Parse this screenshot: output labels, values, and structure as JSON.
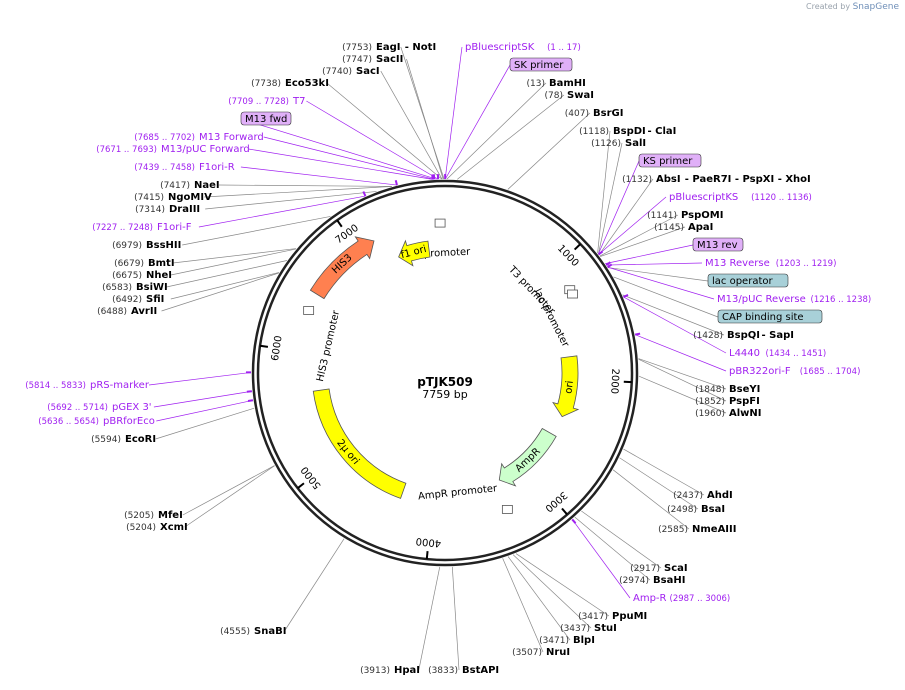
{
  "brand": {
    "prefix": "Created by",
    "name": "SnapGene"
  },
  "map": {
    "name": "pTJK509",
    "length_text": "7759 bp",
    "total_bp": 7759
  },
  "ticks": [
    {
      "bp": 1000,
      "label": "1000"
    },
    {
      "bp": 2000,
      "label": "2000"
    },
    {
      "bp": 3000,
      "label": "3000"
    },
    {
      "bp": 4000,
      "label": "4000"
    },
    {
      "bp": 5000,
      "label": "5000"
    },
    {
      "bp": 6000,
      "label": "6000"
    },
    {
      "bp": 7000,
      "label": "7000"
    }
  ],
  "features": [
    {
      "name": "T7 promoter",
      "start": 7709,
      "end": 7728,
      "color": "#ffffff",
      "strand": -1,
      "type": "promoter",
      "label_bp": 7700
    },
    {
      "name": "f1 ori",
      "start": 7290,
      "end": 7600,
      "color": "#ffff00",
      "strand": -1,
      "type": "arrow"
    },
    {
      "name": "T3 promoter",
      "start": 1203,
      "end": 1222,
      "color": "#ffffff",
      "strand": 1,
      "type": "promoter",
      "label_bp": 1000
    },
    {
      "name": "lac promoter",
      "start": 1240,
      "end": 1270,
      "color": "#ffffff",
      "strand": 1,
      "type": "promoter",
      "label_bp": 1350
    },
    {
      "name": "ori",
      "start": 1780,
      "end": 2380,
      "color": "#ffff00",
      "strand": 1,
      "type": "arrow"
    },
    {
      "name": "AmpR",
      "start": 2580,
      "end": 3300,
      "color": "#ccffcc",
      "strand": 1,
      "type": "arrow"
    },
    {
      "name": "AmpR promoter",
      "start": 3300,
      "end": 3400,
      "color": "#ffffff",
      "strand": 1,
      "type": "promoter",
      "label_bp": 3750
    },
    {
      "name": "2μ ori",
      "start": 4300,
      "end": 5650,
      "color": "#ffff00",
      "strand": 0,
      "type": "box"
    },
    {
      "name": "HIS3 promoter",
      "start": 6250,
      "end": 6450,
      "color": "#ffffff",
      "strand": 1,
      "type": "promoter",
      "label_bp": 6100
    },
    {
      "name": "HIS3",
      "start": 6500,
      "end": 7150,
      "color": "#ff8050",
      "strand": 1,
      "type": "arrow"
    }
  ],
  "primers": [
    {
      "name": "pBluescriptSK",
      "range": "(1 .. 17)"
    },
    {
      "name": "SK primer",
      "range": ""
    },
    {
      "name": "T7",
      "range": "(7709 .. 7728)"
    },
    {
      "name": "M13 fwd",
      "range": ""
    },
    {
      "name": "M13 Forward",
      "range": "(7685 .. 7702)"
    },
    {
      "name": "M13/pUC Forward",
      "range": "(7671 .. 7693)"
    },
    {
      "name": "F1ori-R",
      "range": "(7439 .. 7458)"
    },
    {
      "name": "F1ori-F",
      "range": "(7227 .. 7248)"
    },
    {
      "name": "KS primer",
      "range": ""
    },
    {
      "name": "pBluescriptKS",
      "range": "(1120 .. 1136)"
    },
    {
      "name": "M13 rev",
      "range": ""
    },
    {
      "name": "M13 Reverse",
      "range": "(1203 .. 1219)"
    },
    {
      "name": "lac operator",
      "range": ""
    },
    {
      "name": "M13/pUC Reverse",
      "range": "(1216 .. 1238)"
    },
    {
      "name": "CAP binding site",
      "range": ""
    },
    {
      "name": "L4440",
      "range": "(1434 .. 1451)"
    },
    {
      "name": "pBR322ori-F",
      "range": "(1685 .. 1704)"
    },
    {
      "name": "Amp-R",
      "range": "(2987 .. 3006)"
    },
    {
      "name": "pRS-marker",
      "range": "(5814 .. 5833)"
    },
    {
      "name": "pGEX 3'",
      "range": "(5692 .. 5714)"
    },
    {
      "name": "pBRforEco",
      "range": "(5636 .. 5654)"
    }
  ],
  "sites": [
    {
      "name": "EagI",
      "extra": "- NotI",
      "pos": "(7753)",
      "bp": 7753
    },
    {
      "name": "SacII",
      "extra": "",
      "pos": "(7747)",
      "bp": 7747
    },
    {
      "name": "SacI",
      "extra": "",
      "pos": "(7740)",
      "bp": 7740
    },
    {
      "name": "Eco53kI",
      "extra": "",
      "pos": "(7738)",
      "bp": 7738
    },
    {
      "name": "BamHI",
      "extra": "",
      "pos": "(13)",
      "bp": 13
    },
    {
      "name": "SwaI",
      "extra": "",
      "pos": "(78)",
      "bp": 78
    },
    {
      "name": "BsrGI",
      "extra": "",
      "pos": "(407)",
      "bp": 407
    },
    {
      "name": "BspDI",
      "extra": "- ClaI",
      "pos": "(1118)",
      "bp": 1118
    },
    {
      "name": "SalI",
      "extra": "",
      "pos": "(1126)",
      "bp": 1126
    },
    {
      "name": "AbsI",
      "extra": "- PaeR7I - PspXI - XhoI",
      "pos": "(1132)",
      "bp": 1132
    },
    {
      "name": "PspOMI",
      "extra": "",
      "pos": "(1141)",
      "bp": 1141
    },
    {
      "name": "ApaI",
      "extra": "",
      "pos": "(1145)",
      "bp": 1145
    },
    {
      "name": "BspQI",
      "extra": "- SapI",
      "pos": "(1428)",
      "bp": 1428
    },
    {
      "name": "BseYI",
      "extra": "",
      "pos": "(1848)",
      "bp": 1848
    },
    {
      "name": "PspFI",
      "extra": "",
      "pos": "(1852)",
      "bp": 1852
    },
    {
      "name": "AlwNI",
      "extra": "",
      "pos": "(1960)",
      "bp": 1960
    },
    {
      "name": "AhdI",
      "extra": "",
      "pos": "(2437)",
      "bp": 2437
    },
    {
      "name": "BsaI",
      "extra": "",
      "pos": "(2498)",
      "bp": 2498
    },
    {
      "name": "NmeAIII",
      "extra": "",
      "pos": "(2585)",
      "bp": 2585
    },
    {
      "name": "ScaI",
      "extra": "",
      "pos": "(2917)",
      "bp": 2917
    },
    {
      "name": "BsaHI",
      "extra": "",
      "pos": "(2974)",
      "bp": 2974
    },
    {
      "name": "PpuMI",
      "extra": "",
      "pos": "(3417)",
      "bp": 3417
    },
    {
      "name": "StuI",
      "extra": "",
      "pos": "(3437)",
      "bp": 3437
    },
    {
      "name": "BlpI",
      "extra": "",
      "pos": "(3471)",
      "bp": 3471
    },
    {
      "name": "NruI",
      "extra": "",
      "pos": "(3507)",
      "bp": 3507
    },
    {
      "name": "BstAPI",
      "extra": "",
      "pos": "(3833)",
      "bp": 3833
    },
    {
      "name": "HpaI",
      "extra": "",
      "pos": "(3913)",
      "bp": 3913
    },
    {
      "name": "SnaBI",
      "extra": "",
      "pos": "(4555)",
      "bp": 4555
    },
    {
      "name": "MfeI",
      "extra": "",
      "pos": "(5205)",
      "bp": 5205
    },
    {
      "name": "XcmI",
      "extra": "",
      "pos": "(5204)",
      "bp": 5204
    },
    {
      "name": "EcoRI",
      "extra": "",
      "pos": "(5594)",
      "bp": 5594
    },
    {
      "name": "AvrII",
      "extra": "",
      "pos": "(6488)",
      "bp": 6488
    },
    {
      "name": "SfiI",
      "extra": "",
      "pos": "(6492)",
      "bp": 6492
    },
    {
      "name": "BsiWI",
      "extra": "",
      "pos": "(6583)",
      "bp": 6583
    },
    {
      "name": "NheI",
      "extra": "",
      "pos": "(6675)",
      "bp": 6675
    },
    {
      "name": "BmtI",
      "extra": "",
      "pos": "(6679)",
      "bp": 6679
    },
    {
      "name": "BssHII",
      "extra": "",
      "pos": "(6979)",
      "bp": 6979
    },
    {
      "name": "DraIII",
      "extra": "",
      "pos": "(7314)",
      "bp": 7314
    },
    {
      "name": "NgoMIV",
      "extra": "",
      "pos": "(7415)",
      "bp": 7415
    },
    {
      "name": "NaeI",
      "extra": "",
      "pos": "(7417)",
      "bp": 7417
    }
  ],
  "colors": {
    "backbone": "#222222",
    "site_name": "#000000",
    "site_pos": "#333333",
    "primer_text": "#a020f0",
    "primer_box": "#e0b0f8",
    "misc_box": "#a8d0d8",
    "tick": "#000000"
  }
}
